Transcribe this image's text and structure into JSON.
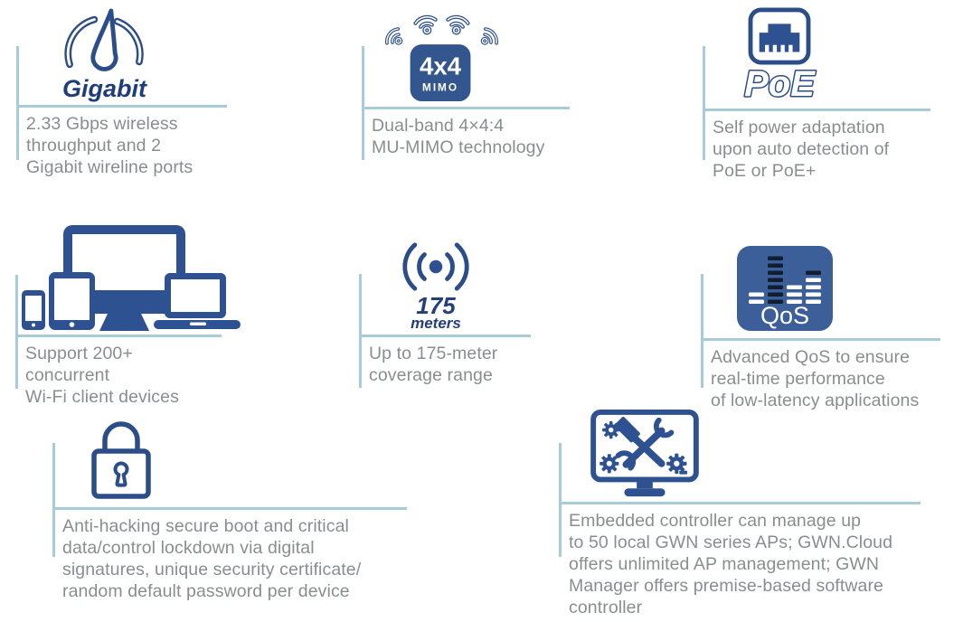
{
  "page": {
    "background": "#ffffff"
  },
  "colors": {
    "icon_navy_stroke": "#2b4d88",
    "icon_navy_fill": "#2e5191",
    "heading_navy": "#1e3e7b",
    "mimo_box_blue": "#33568e",
    "qos_box_blue": "#3c5f99",
    "qos_dark_bar": "#111e31",
    "body_text_gray": "#8a8d90",
    "divider_light_blue": "#a8cbd9"
  },
  "features": [
    {
      "id": "gigabit",
      "icon": "speedometer-icon",
      "caption": "Gigabit",
      "description": "2.33 Gbps wireless\nthroughput and 2\nGigabit wireline ports"
    },
    {
      "id": "mimo",
      "icon": "wifi-mimo-icon",
      "badge_line1": "4x4",
      "badge_line2": "MIMO",
      "description": "Dual-band 4×4:4\nMU-MIMO technology"
    },
    {
      "id": "poe",
      "icon": "ethernet-port-icon",
      "caption": "PoE",
      "description": "Self power adaptation\nupon auto detection of\nPoE or PoE+"
    },
    {
      "id": "clients",
      "icon": "client-devices-icon",
      "description": "Support 200+ concurrent\nWi-Fi client devices"
    },
    {
      "id": "coverage",
      "icon": "coverage-signal-icon",
      "caption_number": "175",
      "caption_unit": "meters",
      "description": "Up to 175-meter\ncoverage range"
    },
    {
      "id": "qos",
      "icon": "qos-equalizer-icon",
      "badge": "QoS",
      "description": "Advanced QoS to ensure\nreal-time performance\nof low-latency applications"
    },
    {
      "id": "security",
      "icon": "padlock-icon",
      "description": "Anti-hacking secure boot and critical\ndata/control lockdown via digital\nsignatures, unique security certificate/\nrandom default password per device"
    },
    {
      "id": "controller",
      "icon": "management-console-icon",
      "description": "Embedded controller can manage up\nto 50 local GWN series APs; GWN.Cloud\noffers unlimited AP management; GWN\nManager offers premise-based software\ncontroller"
    }
  ]
}
